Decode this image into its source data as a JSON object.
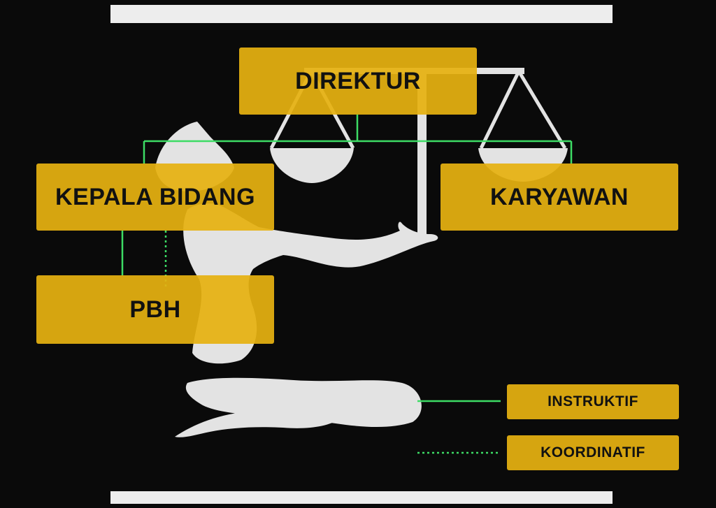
{
  "boxes": {
    "direktur": "DIREKTUR",
    "kepala_bidang": "KEPALA BIDANG",
    "karyawan": "KARYAWAN",
    "pbh": "PBH"
  },
  "legend": {
    "instruktif": "INSTRUKTIF",
    "koordinatif": "KOORDINATIF"
  },
  "colors": {
    "box": "#e6b211",
    "line": "#3ddc65",
    "figure": "#e3e3e3",
    "background": "#0a0a0a"
  }
}
